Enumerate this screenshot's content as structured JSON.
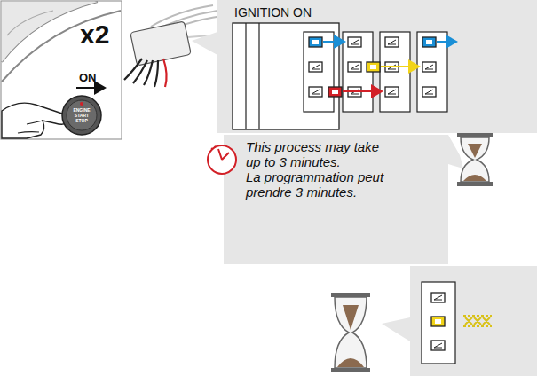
{
  "diagram": {
    "nodes": [
      {
        "text": [
          "IGNITION ON"
        ]
      },
      {
        "text": [
          "This process may take up to 3 minutes.",
          "La programmation peut prendre 3 minutes."
        ]
      }
    ],
    "labels": [
      "x2",
      "ON",
      "ENGINE START STOP"
    ]
  }
}
